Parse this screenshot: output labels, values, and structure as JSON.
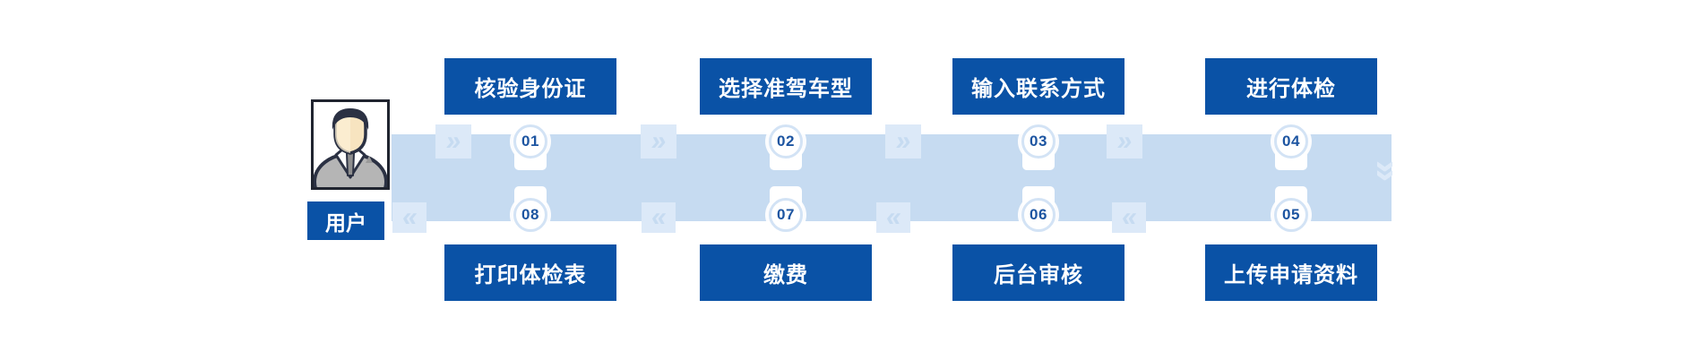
{
  "diagram": {
    "title_hint": "license-application-process-flow",
    "user": {
      "label": "用户"
    },
    "steps": [
      {
        "num": "01",
        "label": "核验身份证"
      },
      {
        "num": "02",
        "label": "选择准驾车型"
      },
      {
        "num": "03",
        "label": "输入联系方式"
      },
      {
        "num": "04",
        "label": "进行体检"
      },
      {
        "num": "05",
        "label": "上传申请资料"
      },
      {
        "num": "06",
        "label": "后台审核"
      },
      {
        "num": "07",
        "label": "缴费"
      },
      {
        "num": "08",
        "label": "打印体检表"
      }
    ],
    "icons": {
      "arrow_right": "»",
      "arrow_left": "«",
      "turn_down": "»"
    },
    "colors": {
      "primary": "#0a52a6",
      "band": "#c6dbf1",
      "tile": "#dce9f8",
      "number": "#1d55a1",
      "ring": "#d3e3f5"
    }
  }
}
